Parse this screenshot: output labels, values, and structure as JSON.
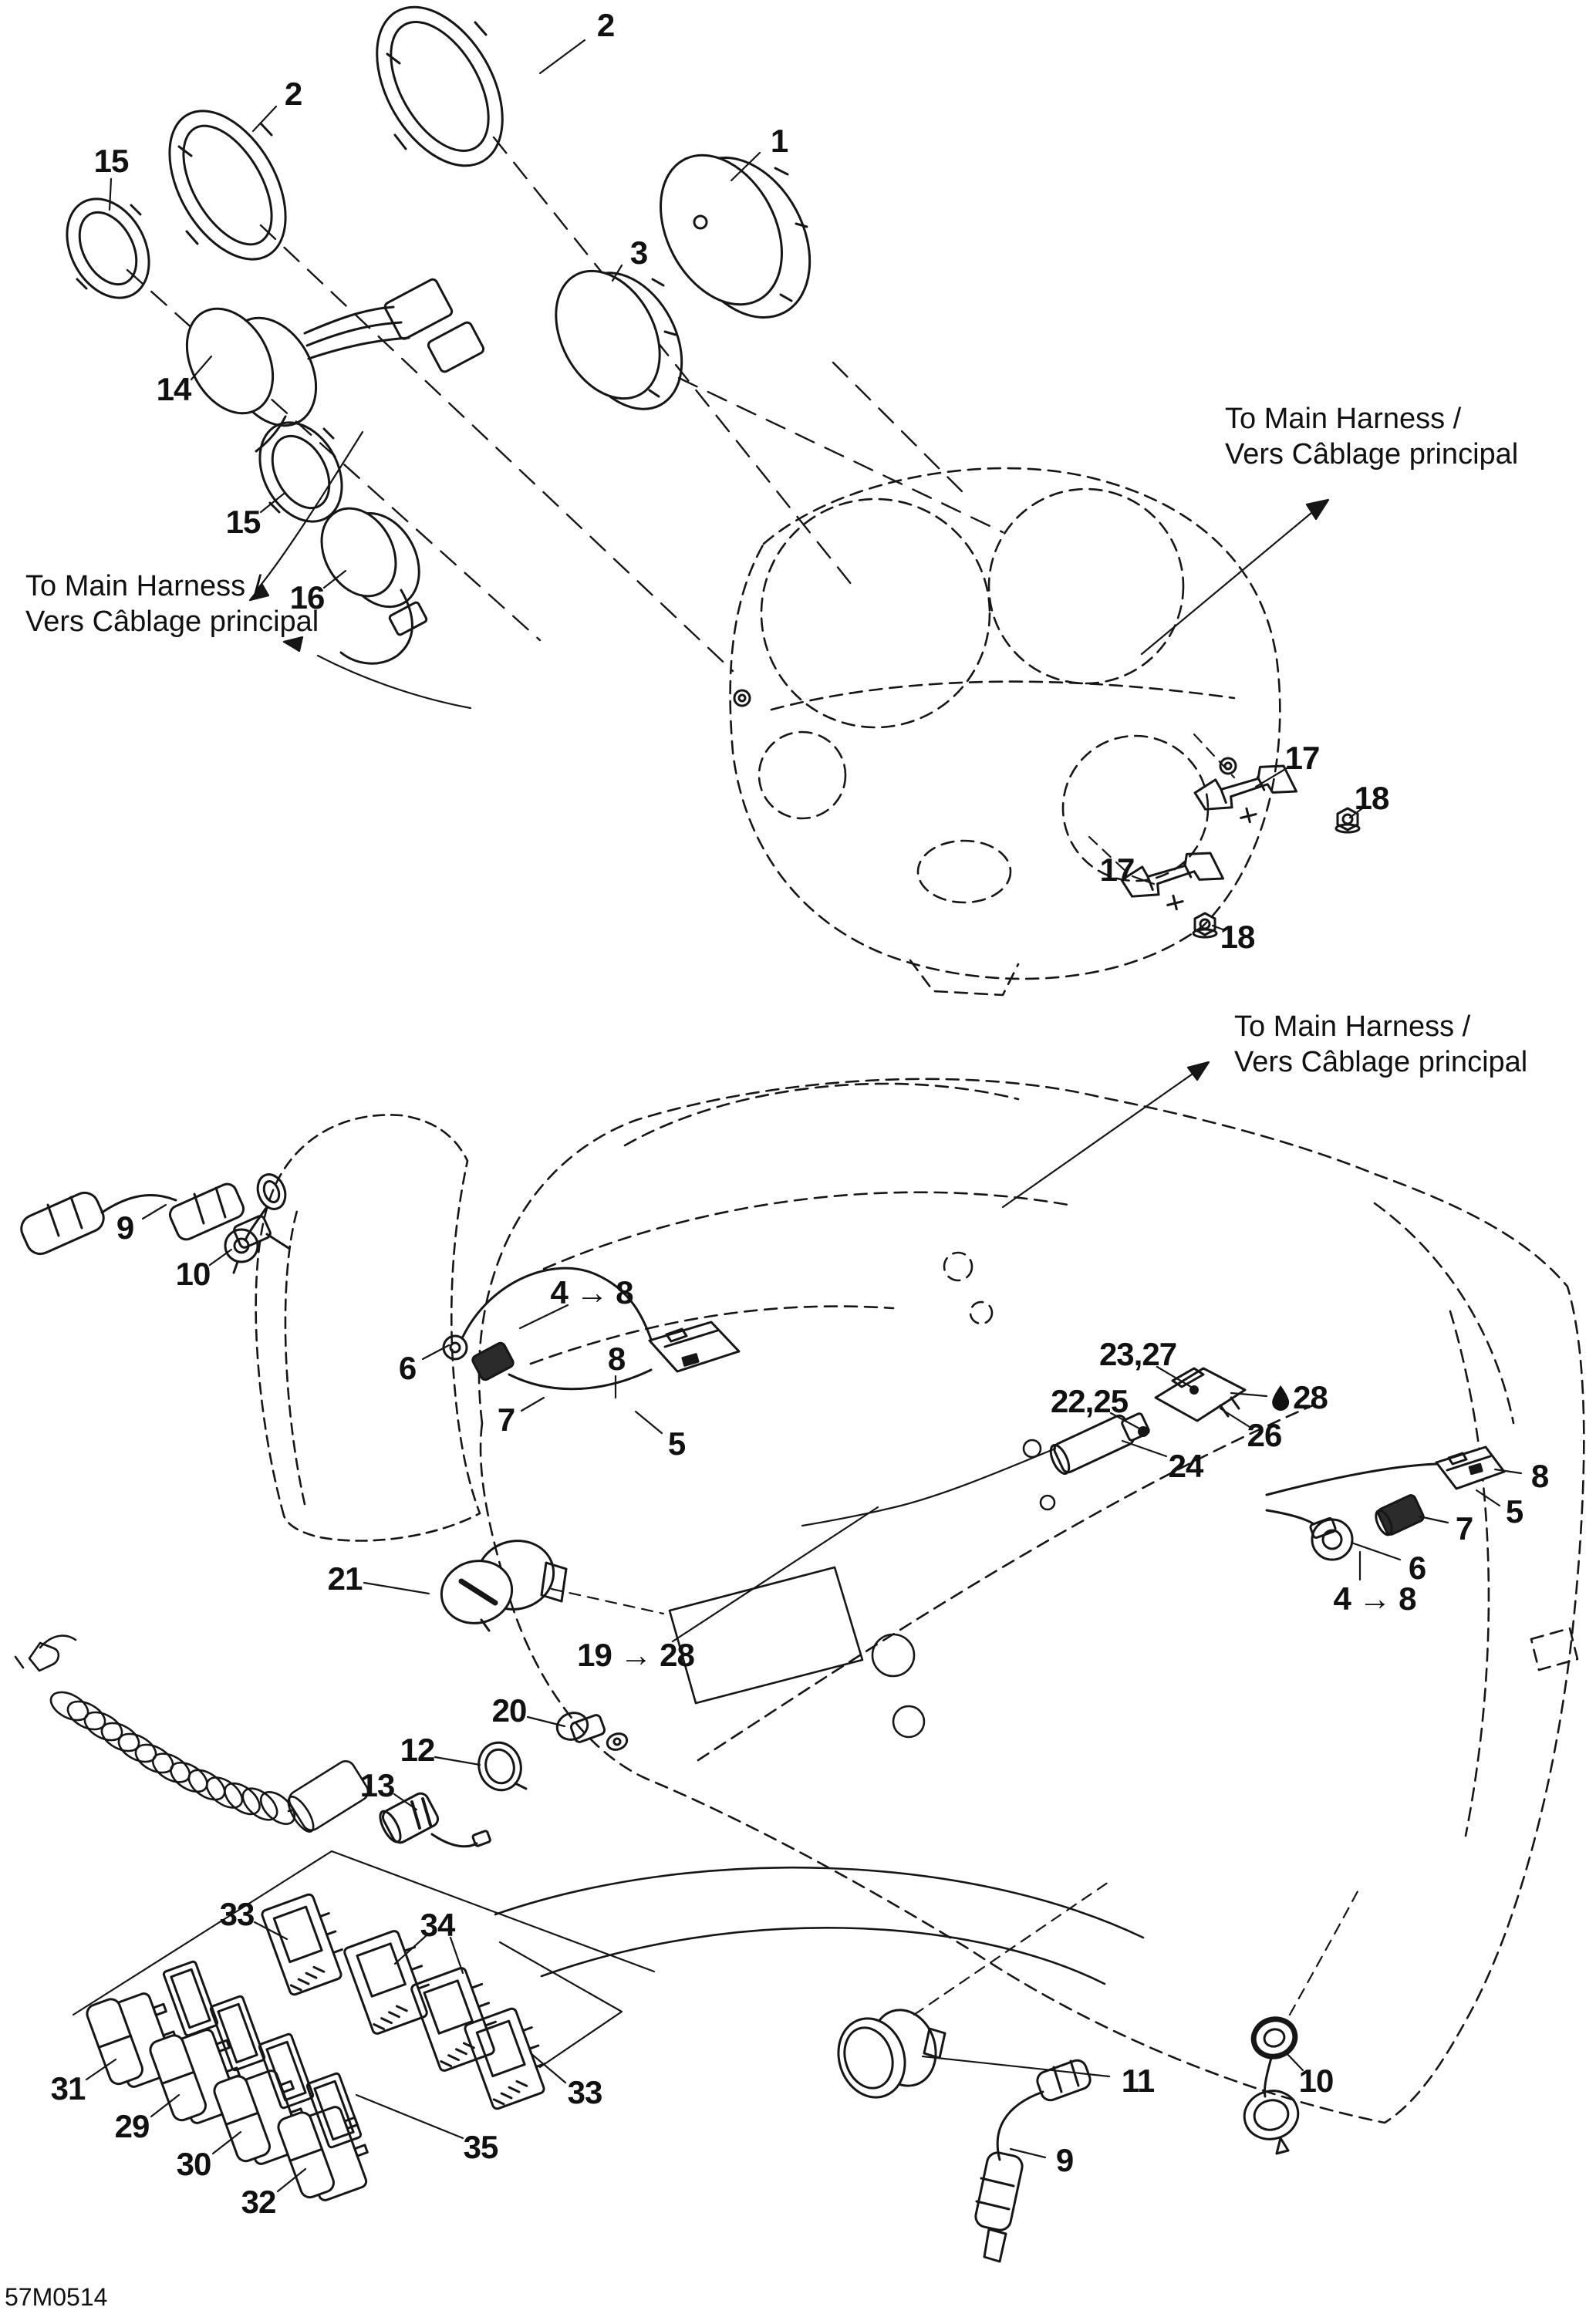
{
  "diagram_code": "57M0514",
  "harness_note": {
    "line1": "To Main Harness /",
    "line2": "Vers Câblage principal"
  },
  "callouts": [
    {
      "text": "2"
    },
    {
      "text": "2"
    },
    {
      "text": "15"
    },
    {
      "text": "1"
    },
    {
      "text": "3"
    },
    {
      "text": "14"
    },
    {
      "text": "15"
    },
    {
      "text": "16"
    },
    {
      "text": "17"
    },
    {
      "text": "18"
    },
    {
      "text": "17"
    },
    {
      "text": "18"
    },
    {
      "text": "9"
    },
    {
      "text": "10"
    },
    {
      "text": "4 → 8"
    },
    {
      "text": "6"
    },
    {
      "text": "8"
    },
    {
      "text": "7"
    },
    {
      "text": "5"
    },
    {
      "text": "23,27"
    },
    {
      "text": "22,25"
    },
    {
      "text": "28"
    },
    {
      "text": "26"
    },
    {
      "text": "24"
    },
    {
      "text": "8"
    },
    {
      "text": "5"
    },
    {
      "text": "7"
    },
    {
      "text": "6"
    },
    {
      "text": "4 → 8"
    },
    {
      "text": "21"
    },
    {
      "text": "19 → 28"
    },
    {
      "text": "20"
    },
    {
      "text": "12"
    },
    {
      "text": "13"
    },
    {
      "text": "33"
    },
    {
      "text": "34"
    },
    {
      "text": "31"
    },
    {
      "text": "29"
    },
    {
      "text": "30"
    },
    {
      "text": "32"
    },
    {
      "text": "33"
    },
    {
      "text": "35"
    },
    {
      "text": "11"
    },
    {
      "text": "10"
    },
    {
      "text": "9"
    }
  ]
}
